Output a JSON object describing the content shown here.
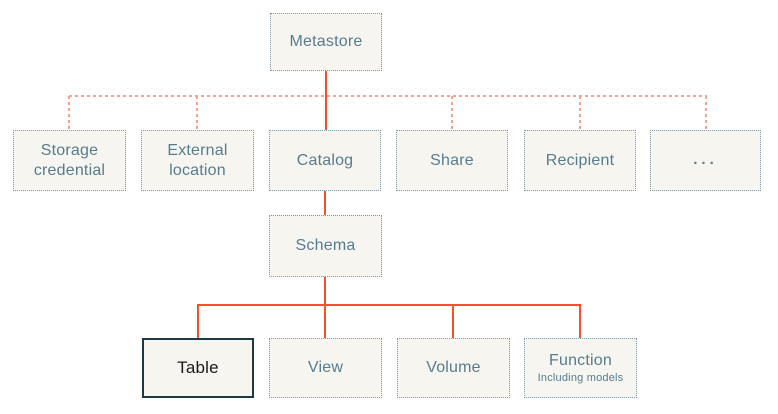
{
  "colors": {
    "background": "#ffffff",
    "box_fill": "#f6f5f0",
    "box_border": "#7d98a8",
    "box_text": "#567c90",
    "solid_line": "#f4512e",
    "dotted_line": "#f7a28e",
    "highlight_border": "#1c3947",
    "highlight_text": "#1a1a1a"
  },
  "nodes": {
    "metastore": {
      "label": "Metastore"
    },
    "storage_credential": {
      "label": "Storage credential"
    },
    "external_location": {
      "label": "External location"
    },
    "catalog": {
      "label": "Catalog"
    },
    "share": {
      "label": "Share"
    },
    "recipient": {
      "label": "Recipient"
    },
    "ellipsis": {
      "label": "..."
    },
    "schema": {
      "label": "Schema"
    },
    "table": {
      "label": "Table"
    },
    "view": {
      "label": "View"
    },
    "volume": {
      "label": "Volume"
    },
    "function": {
      "label": "Function",
      "sublabel": "Including models"
    }
  }
}
